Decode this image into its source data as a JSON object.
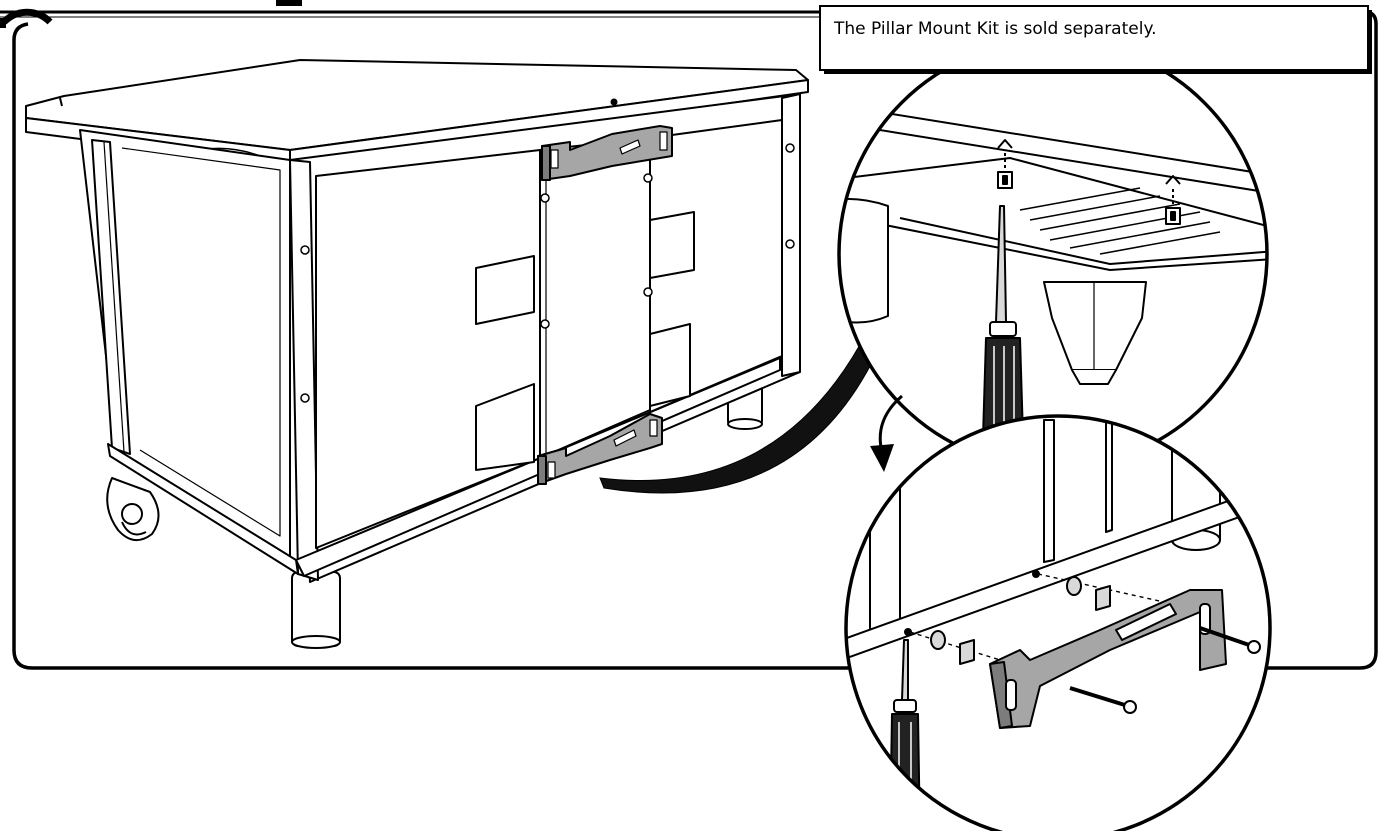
{
  "note": {
    "text": "The Pillar Mount Kit is sold separately."
  },
  "colors": {
    "line": "#000000",
    "panel_fill": "#ffffff",
    "bracket_fill": "#a6a6a6",
    "bracket_shade": "#7c7c7c",
    "metal_fill": "#d9d9d9",
    "arrow_fill": "#111111"
  },
  "illustration": {
    "step_marker": "circle-step-marker",
    "main_view": "tv-stand-rear-view",
    "detail_top": "screw-removal-detail",
    "detail_bottom": "bracket-attach-detail"
  }
}
